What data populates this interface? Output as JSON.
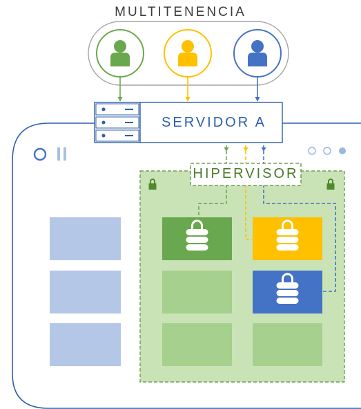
{
  "title": "MULTITENENCIA",
  "server": {
    "label": "SERVIDOR A"
  },
  "hypervisor": {
    "label": "HIPERVISOR"
  },
  "colors": {
    "green": "#6aa84f",
    "yellow": "#ffc000",
    "blue": "#4472c4",
    "device_outline": "#2e5fa8",
    "vm_area": "#c9e3b7",
    "empty_slot": "#a6d08d",
    "left_block": "#b4c7e7"
  },
  "users": [
    {
      "color": "green",
      "icon": "user-icon"
    },
    {
      "color": "yellow",
      "icon": "user-icon"
    },
    {
      "color": "blue",
      "icon": "user-icon"
    }
  ],
  "vm_slots": [
    {
      "color": "green",
      "icon": "locked-database-icon"
    },
    {
      "color": "yellow",
      "icon": "locked-database-icon"
    },
    {
      "color": "empty",
      "icon": ""
    },
    {
      "color": "blue",
      "icon": "locked-database-icon"
    },
    {
      "color": "empty",
      "icon": ""
    },
    {
      "color": "empty",
      "icon": ""
    }
  ]
}
